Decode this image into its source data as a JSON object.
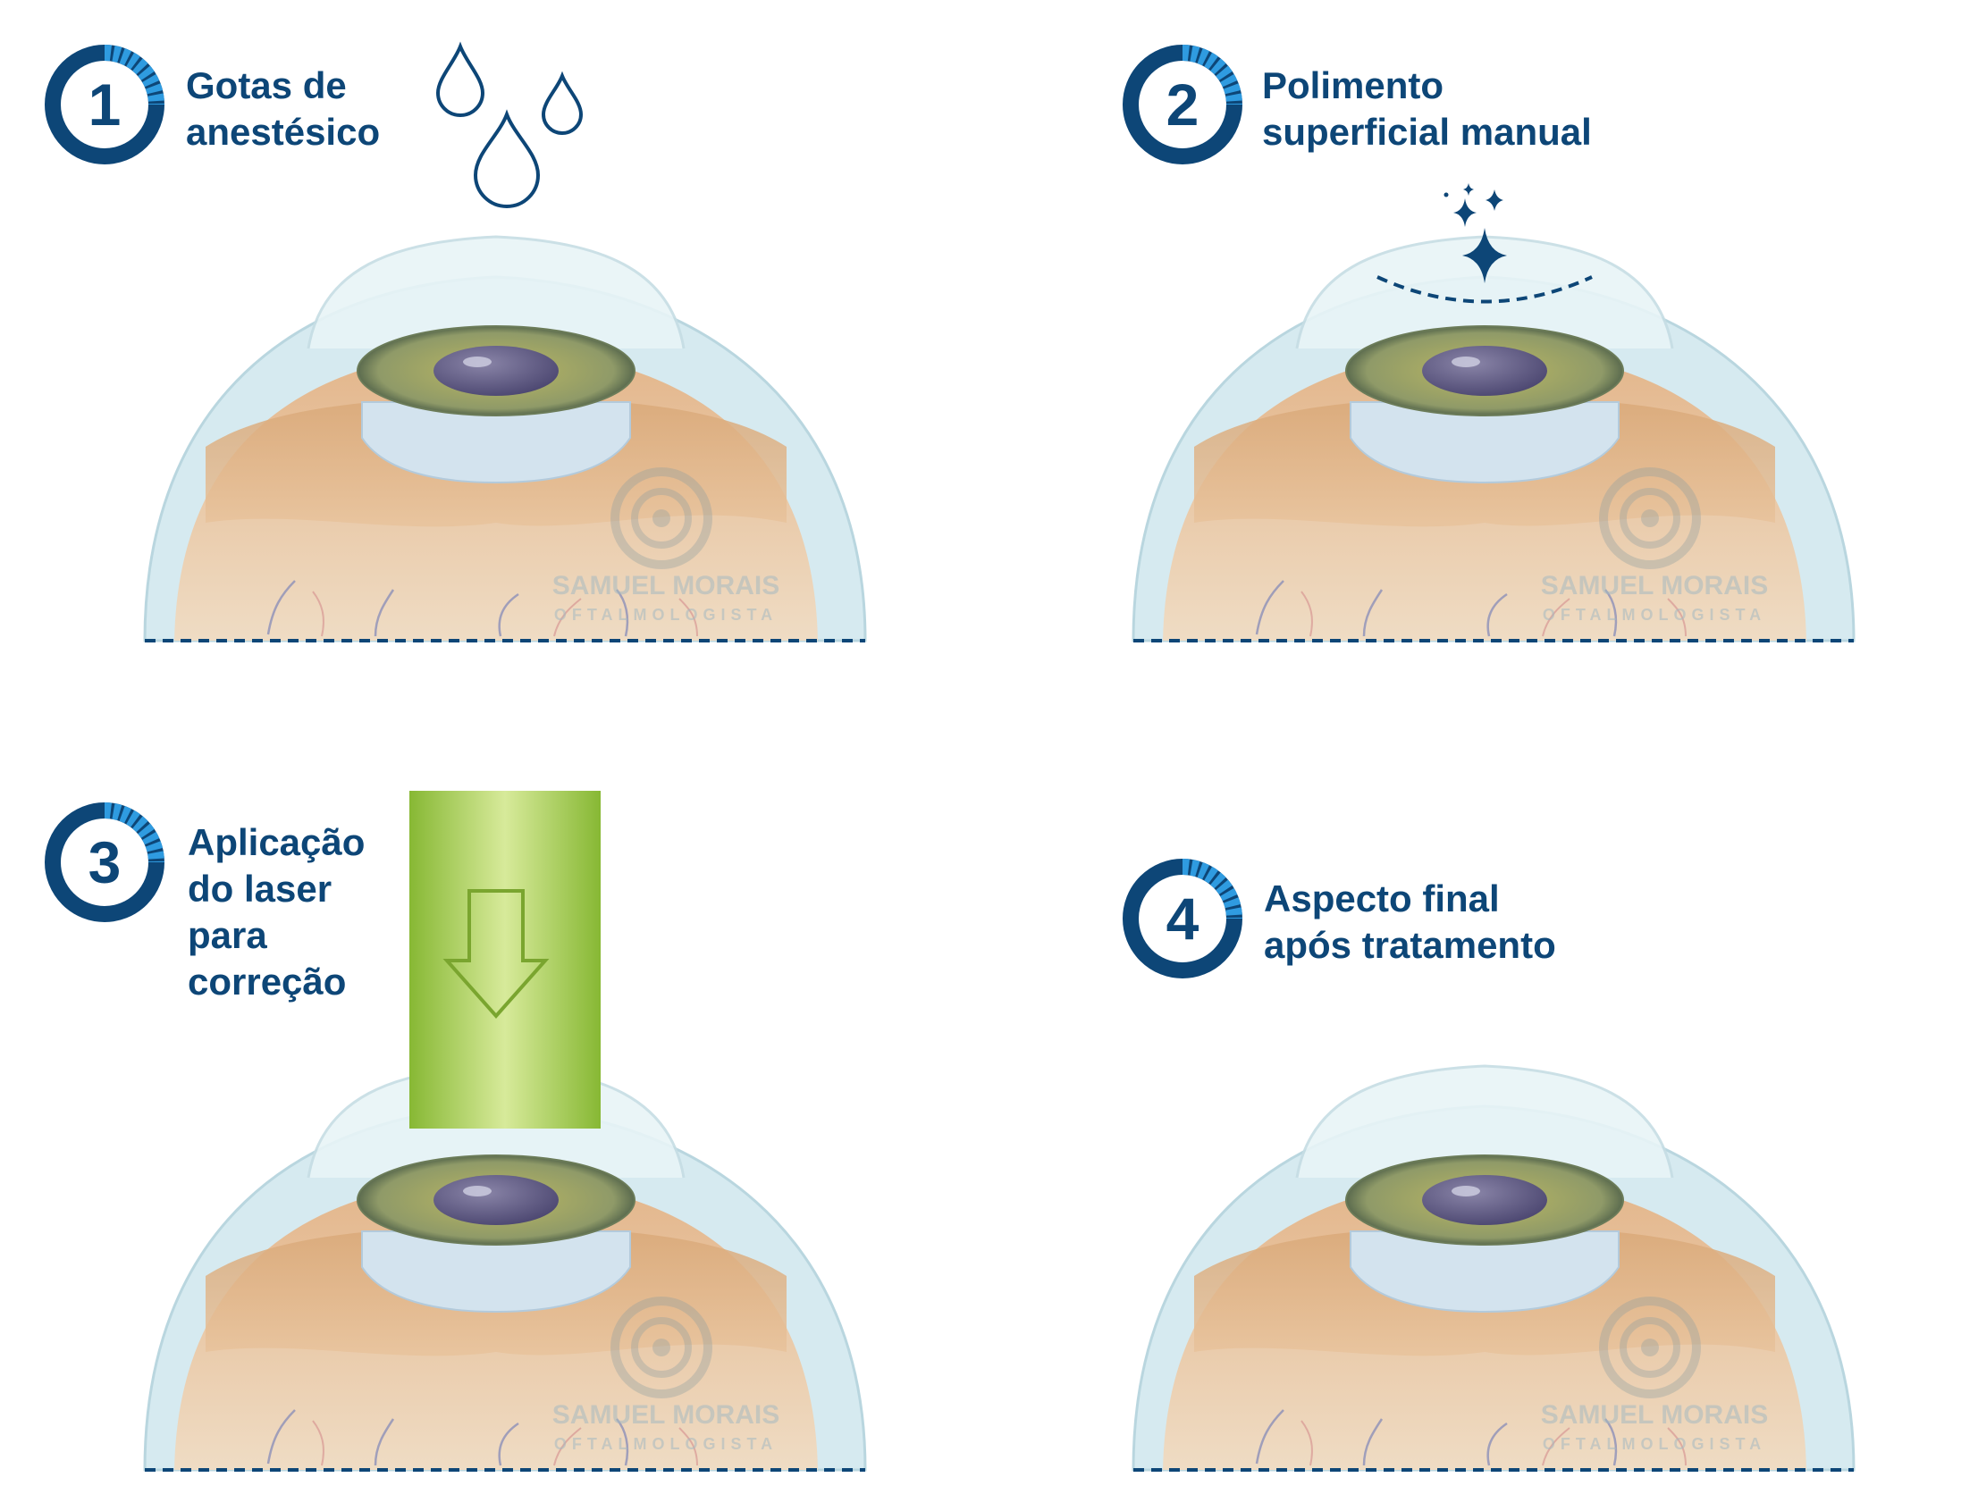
{
  "steps": [
    {
      "number": "1",
      "title": [
        "Gotas de",
        "anestésico"
      ]
    },
    {
      "number": "2",
      "title": [
        "Polimento",
        "superficial manual"
      ]
    },
    {
      "number": "3",
      "title": [
        "Aplicação",
        "do laser",
        "para",
        "correção"
      ]
    },
    {
      "number": "4",
      "title": [
        "Aspecto final",
        "após tratamento"
      ]
    }
  ],
  "watermark": {
    "name": "SAMUEL MORAIS",
    "subtitle": "OFTALMOLOGISTA"
  },
  "colors": {
    "navy": "#0d4677",
    "accent": "#2f9be0",
    "laser": "#8fbf3a"
  }
}
